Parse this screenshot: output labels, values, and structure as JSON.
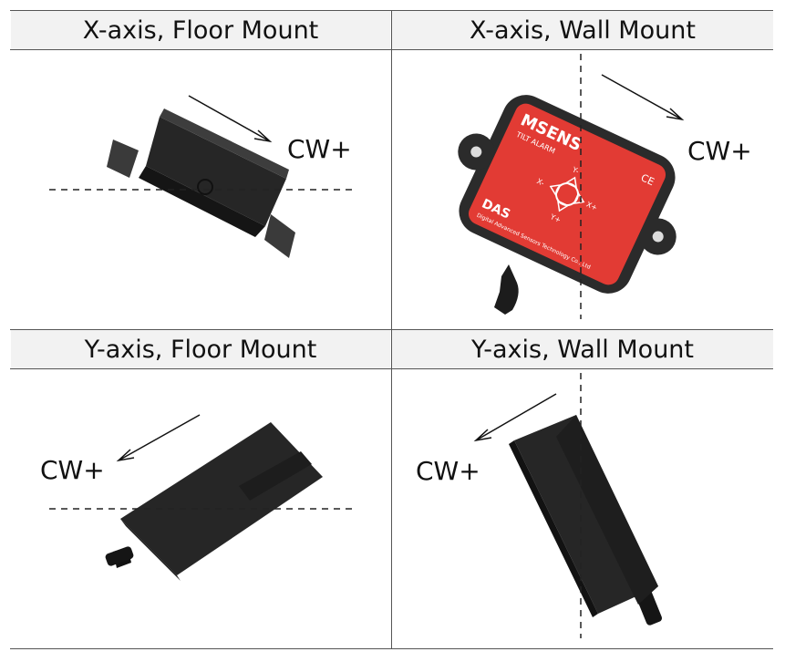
{
  "cells": [
    {
      "title": "X-axis, Floor Mount",
      "direction": "CW+"
    },
    {
      "title": "X-axis, Wall Mount",
      "direction": "CW+"
    },
    {
      "title": "Y-axis, Floor Mount",
      "direction": "CW+"
    },
    {
      "title": "Y-axis, Wall Mount",
      "direction": "CW+"
    }
  ],
  "sensor_label": {
    "brand": "MSENS",
    "model": "TILT ALARM",
    "maker": "DAS",
    "maker_full": "Digital Advanced Sensors Technology Co., Ltd",
    "axis_marks": [
      "X-",
      "X+",
      "Y-",
      "Y+"
    ],
    "cert": "CE"
  },
  "colors": {
    "sensor_body": "#2a2a2a",
    "label_red": "#e23b34",
    "header_bg": "#f2f2f2",
    "reference_line": "#222222"
  }
}
